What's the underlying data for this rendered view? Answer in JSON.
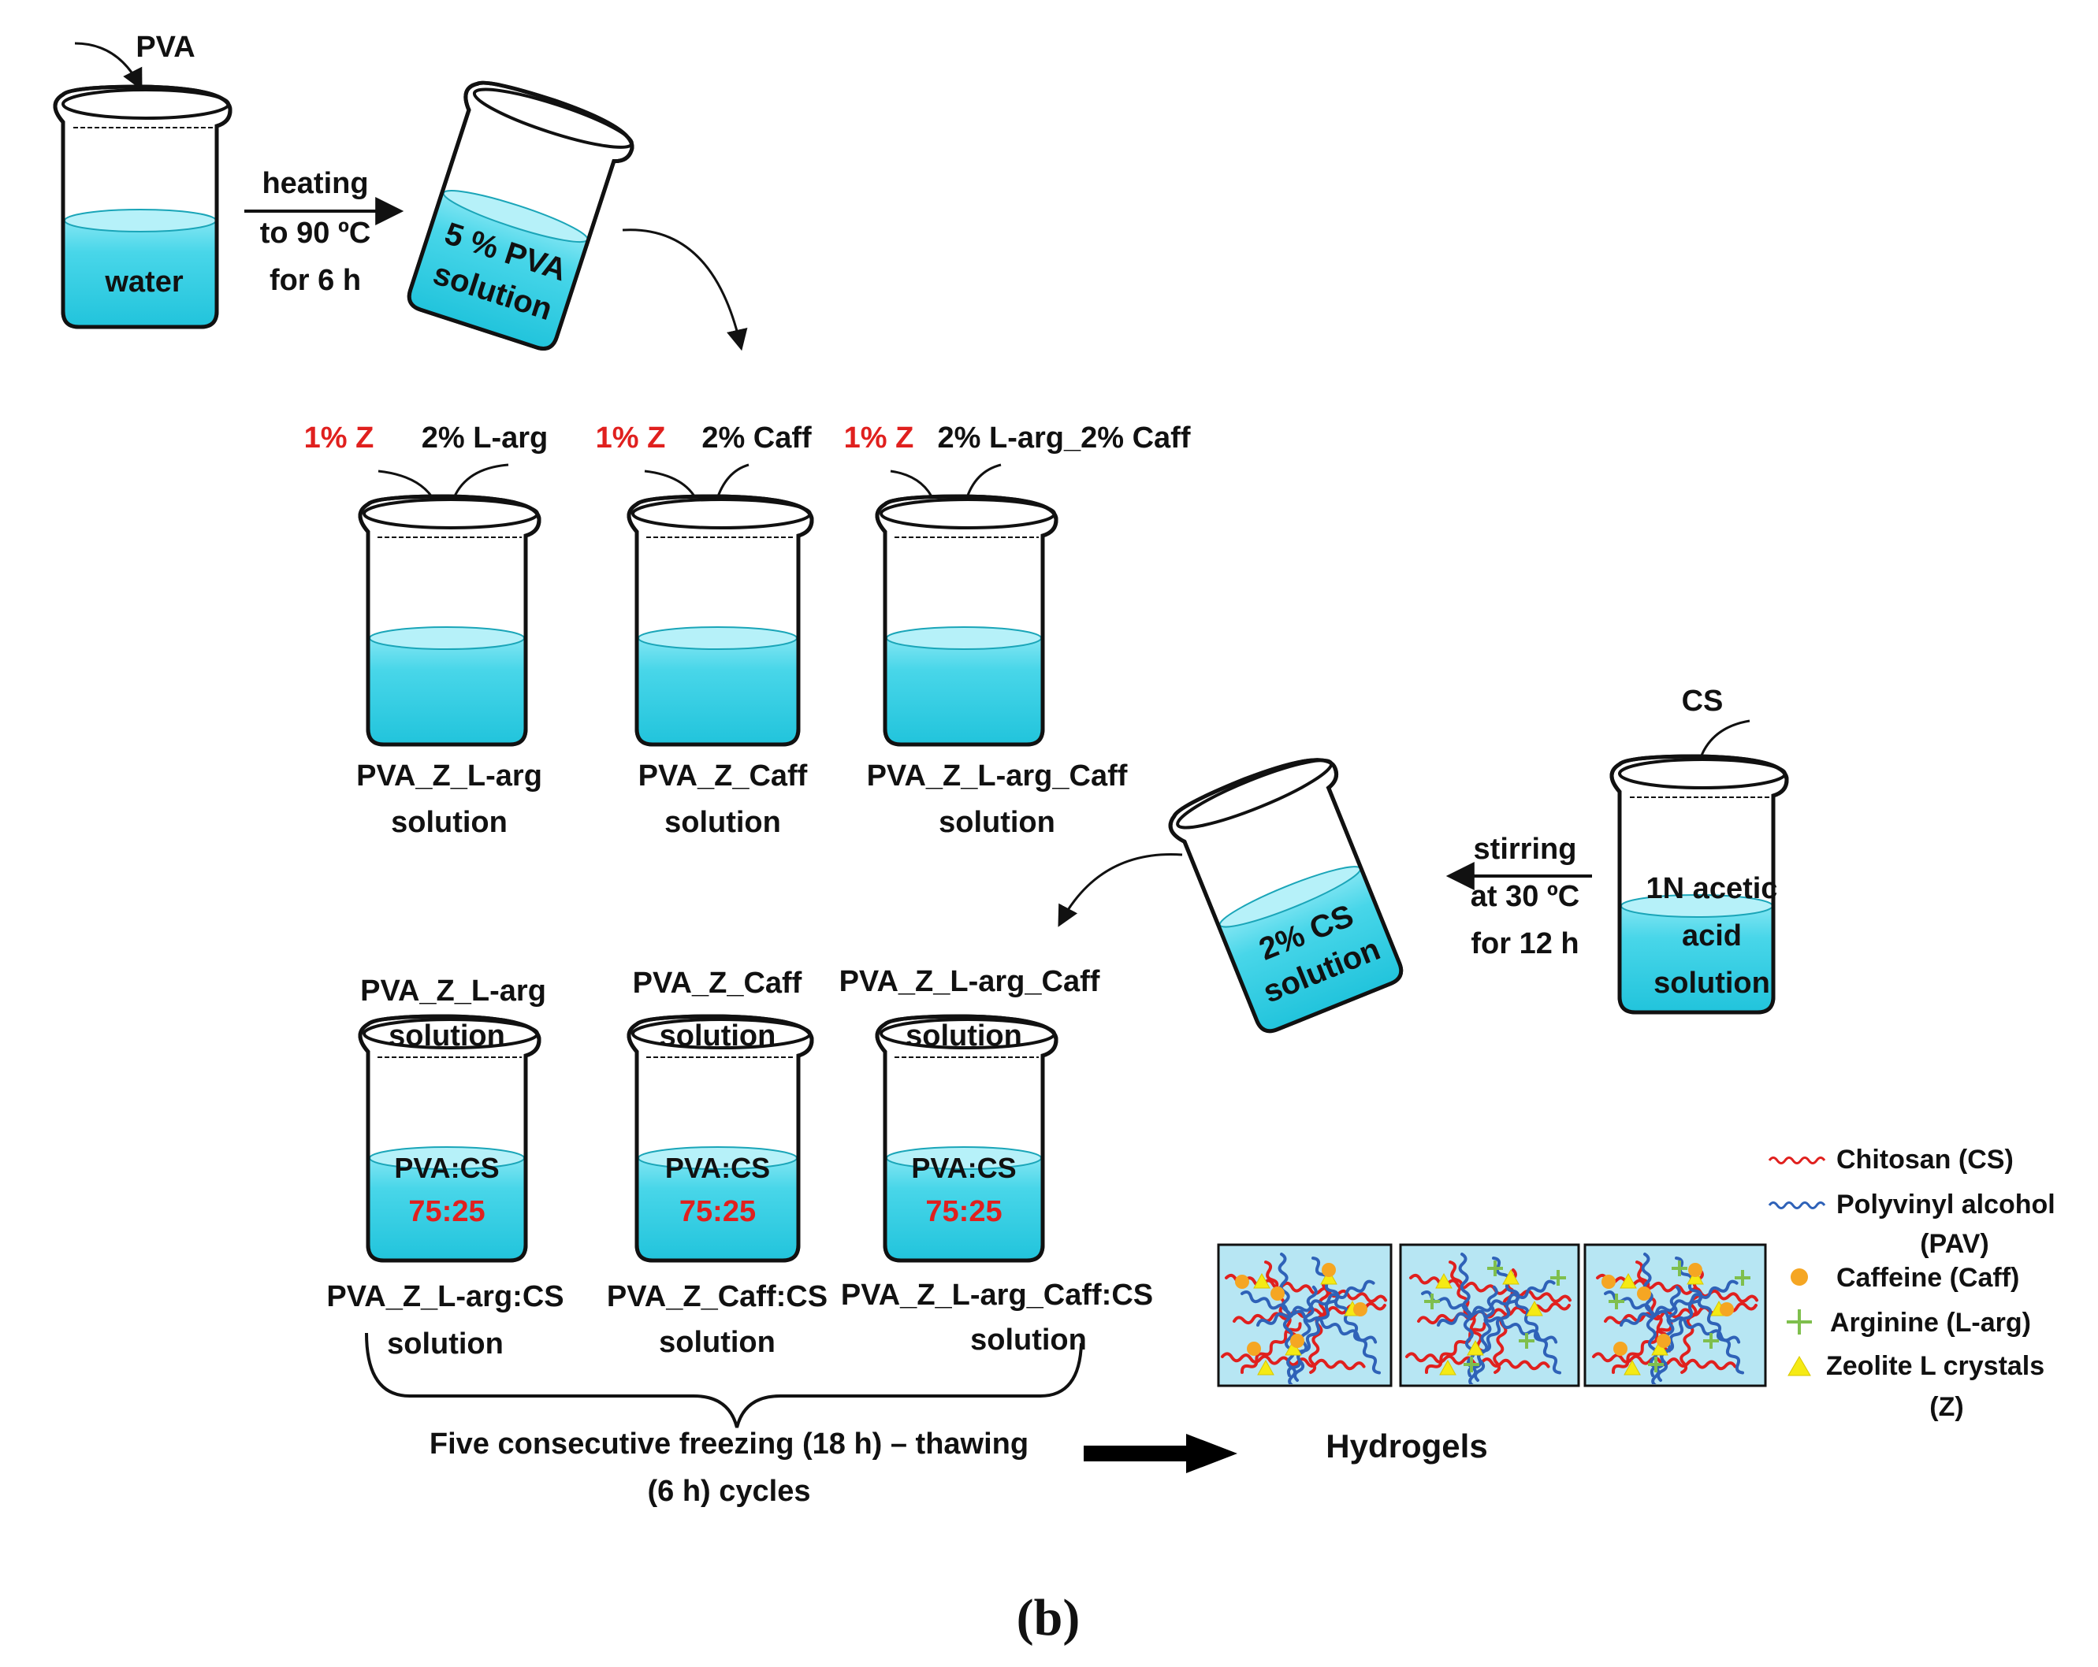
{
  "colors": {
    "liquid": "#3fd3e6",
    "liquid_light": "#a5eef8",
    "accent_red": "#e0201e",
    "chitosan": "#e0201e",
    "pva": "#2f62b8",
    "caffeine": "#f5a623",
    "arginine": "#7fbf4d",
    "zeolite": "#f5ea14",
    "panel_bg": "#b7e6f3"
  },
  "step1": {
    "pva_label": "PVA",
    "water_label": "water",
    "heating": [
      "heating",
      "to 90 ºC",
      "for 6 h"
    ],
    "pva_solution": [
      "5 % PVA",
      "solution"
    ]
  },
  "additions": [
    {
      "z": "1% Z",
      "additive": "2% L-arg"
    },
    {
      "z": "1% Z",
      "additive": "2% Caff"
    },
    {
      "z": "1% Z",
      "additive": "2% L-arg_2% Caff"
    }
  ],
  "solutions": [
    {
      "pre": "PVA_",
      "z": "Z",
      "post": "_L-arg",
      "line2": "solution"
    },
    {
      "pre": "PVA_",
      "z": "Z",
      "post": "_Caff",
      "line2": "solution"
    },
    {
      "pre": "PVA_",
      "z": "Z",
      "post": "_L-arg_Caff",
      "line2": "solution"
    }
  ],
  "chitosan": {
    "cs_label": "CS",
    "acetic": [
      "1N acetic",
      "acid",
      "solution"
    ],
    "stirring": [
      "stirring",
      "at 30 ºC",
      "for 12 h"
    ],
    "cs_solution": [
      "2% CS",
      "solution"
    ]
  },
  "blends": [
    {
      "pre": "PVA_",
      "z": "Z",
      "post": "_L-arg",
      "line2": "solution",
      "ratio_label": "PVA:CS",
      "ratio": "75:25"
    },
    {
      "pre": "PVA_",
      "z": "Z",
      "post": "_Caff",
      "line2": "solution",
      "ratio_label": "PVA:CS",
      "ratio": "75:25"
    },
    {
      "pre": "PVA_",
      "z": "Z",
      "post": "_L-arg_Caff",
      "line2": "solution",
      "ratio_label": "PVA:CS",
      "ratio": "75:25"
    }
  ],
  "mixtures": [
    {
      "pre": "PVA_",
      "z": "Z",
      "post": "_L-arg:CS",
      "line2": "solution"
    },
    {
      "pre": "PVA_",
      "z": "Z",
      "post": "_Caff:CS",
      "line2": "solution"
    },
    {
      "pre": "PVA_",
      "z": "Z",
      "post": "_L-arg_Caff:CS",
      "line2": "solution"
    }
  ],
  "cycles": [
    "Five consecutive freezing (18 h) – thawing",
    "(6 h) cycles"
  ],
  "hydrogels_label": "Hydrogels",
  "legend": [
    {
      "icon": "red-wave-icon",
      "label": "Chitosan (CS)"
    },
    {
      "icon": "blue-wave-icon",
      "label": "Polyvinyl alcohol",
      "label2": "(PAV)"
    },
    {
      "icon": "orange-dot-icon",
      "label": "Caffeine (Caff)"
    },
    {
      "icon": "green-cross-icon",
      "label": "Arginine (L-arg)"
    },
    {
      "icon": "yellow-triangle-icon",
      "label": "Zeolite L crystals",
      "label2": "(Z)"
    }
  ],
  "figure_label": "(b)"
}
